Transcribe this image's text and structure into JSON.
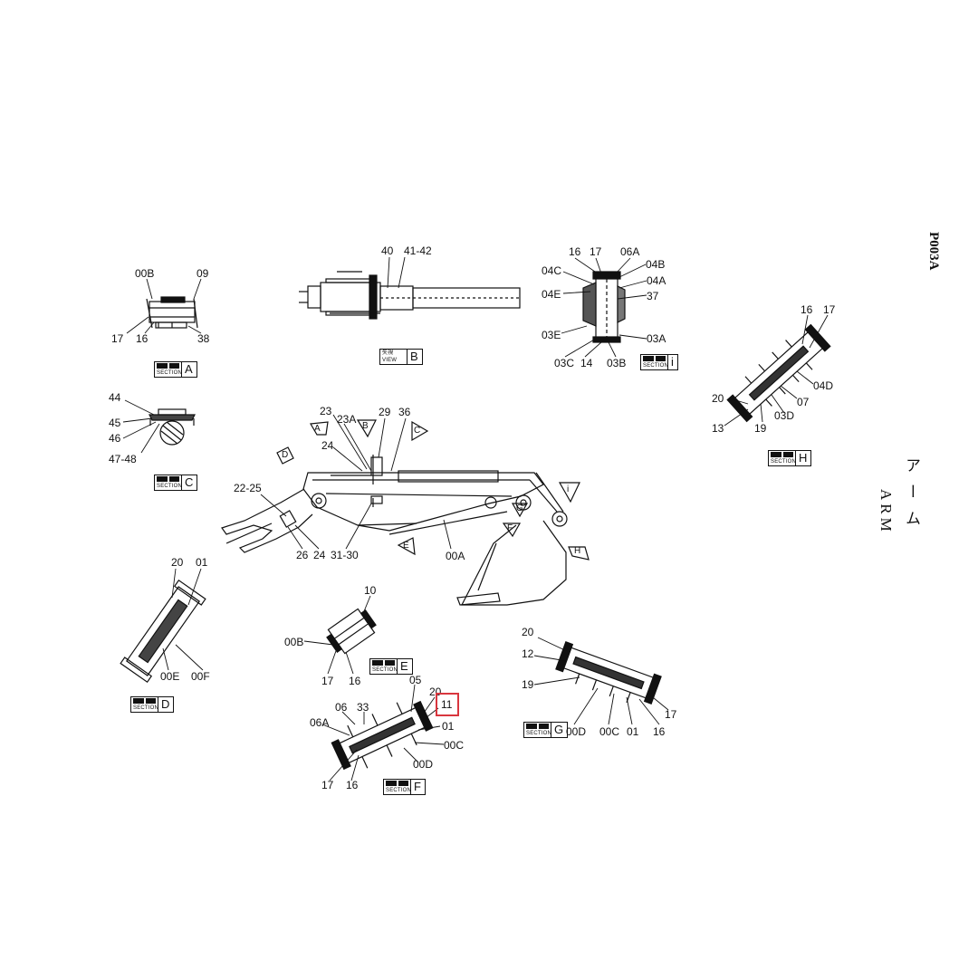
{
  "page_code": "P003A",
  "title_vertical_1": "ア ー ム",
  "title_vertical_2": "ARM",
  "colors": {
    "line": "#111111",
    "highlight": "#d9363e",
    "background": "#ffffff"
  },
  "tags": {
    "section_word": "SECTION",
    "view_word": "VIEW",
    "view_kanji": "矢視",
    "items": [
      {
        "kind": "SECTION",
        "letter": "A"
      },
      {
        "kind": "VIEW",
        "letter": "B"
      },
      {
        "kind": "SECTION",
        "letter": "i"
      },
      {
        "kind": "SECTION",
        "letter": "H"
      },
      {
        "kind": "SECTION",
        "letter": "C"
      },
      {
        "kind": "SECTION",
        "letter": "D"
      },
      {
        "kind": "SECTION",
        "letter": "E"
      },
      {
        "kind": "SECTION",
        "letter": "F"
      },
      {
        "kind": "SECTION",
        "letter": "G"
      }
    ]
  },
  "arrows": [
    "A",
    "B",
    "C",
    "D",
    "i",
    "E",
    "F",
    "G",
    "H"
  ],
  "labels": [
    "00B",
    "09",
    "17",
    "16",
    "38",
    "40",
    "41-42",
    "16",
    "17",
    "06A",
    "04B",
    "04C",
    "04A",
    "04E",
    "37",
    "03E",
    "03A",
    "03C",
    "14",
    "03B",
    "16",
    "17",
    "04D",
    "20",
    "07",
    "03D",
    "13",
    "19",
    "44",
    "45",
    "46",
    "47-48",
    "23",
    "23A",
    "29",
    "36",
    "24",
    "22-25",
    "26",
    "24",
    "31-30",
    "00A",
    "20",
    "01",
    "00E",
    "00F",
    "10",
    "00B",
    "17",
    "16",
    "20",
    "12",
    "19",
    "17",
    "00D",
    "00C",
    "01",
    "16",
    "05",
    "20",
    "11",
    "06",
    "33",
    "06A",
    "01",
    "00C",
    "00D",
    "17",
    "16"
  ],
  "highlighted_label": "11"
}
